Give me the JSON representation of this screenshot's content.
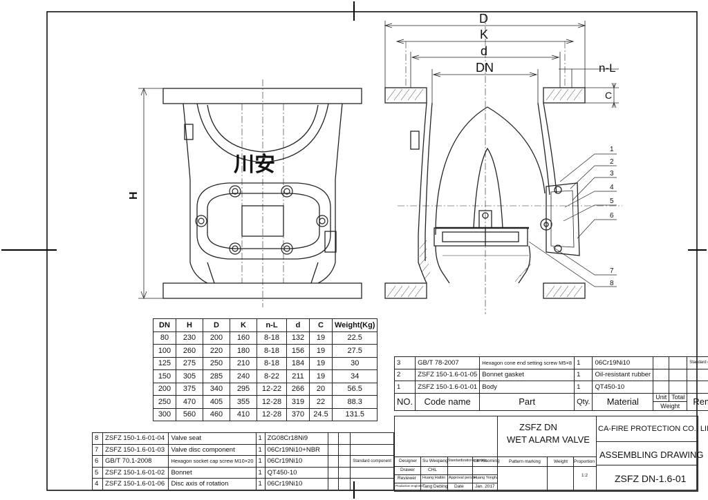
{
  "logo_text": "川安",
  "dimension_labels": {
    "D": "D",
    "K": "K",
    "d": "d",
    "DN": "DN",
    "nL": "n-L",
    "C": "C",
    "H": "H"
  },
  "callouts": [
    "1",
    "2",
    "3",
    "4",
    "5",
    "6",
    "7",
    "8"
  ],
  "dimension_table": {
    "headers": [
      "DN",
      "H",
      "D",
      "K",
      "n-L",
      "d",
      "C",
      "Weight(Kg)"
    ],
    "rows": [
      [
        "80",
        "230",
        "200",
        "160",
        "8-18",
        "132",
        "19",
        "22.5"
      ],
      [
        "100",
        "260",
        "220",
        "180",
        "8-18",
        "156",
        "19",
        "27.5"
      ],
      [
        "125",
        "275",
        "250",
        "210",
        "8-18",
        "184",
        "19",
        "30"
      ],
      [
        "150",
        "305",
        "285",
        "240",
        "8-22",
        "211",
        "19",
        "34"
      ],
      [
        "200",
        "375",
        "340",
        "295",
        "12-22",
        "266",
        "20",
        "56.5"
      ],
      [
        "250",
        "470",
        "405",
        "355",
        "12-28",
        "319",
        "22",
        "88.3"
      ],
      [
        "300",
        "560",
        "460",
        "410",
        "12-28",
        "370",
        "24.5",
        "131.5"
      ]
    ]
  },
  "parts_right": {
    "rows": [
      {
        "no": "3",
        "code": "GB/T 78-2007",
        "part": "Hexagon cone end setting screw M5×8",
        "qty": "1",
        "material": "06Cr19Ni10",
        "remark": "Standard component"
      },
      {
        "no": "2",
        "code": "ZSFZ 150-1.6-01-05",
        "part": "Bonnet gasket",
        "qty": "1",
        "material": "Oil-resistant rubber",
        "remark": ""
      },
      {
        "no": "1",
        "code": "ZSFZ 150-1.6-01-01",
        "part": "Body",
        "qty": "1",
        "material": "QT450-10",
        "remark": ""
      }
    ],
    "header": {
      "no": "NO.",
      "code": "Code name",
      "part": "Part",
      "qty": "Qty.",
      "material": "Material",
      "unit": "Unit",
      "total": "Total",
      "weight": "Weight",
      "remark": "Remark"
    }
  },
  "parts_left": {
    "rows": [
      {
        "no": "8",
        "code": "ZSFZ 150-1.6-01-04",
        "part": "Valve seat",
        "qty": "1",
        "material": "ZG08Cr18Ni9",
        "remark": ""
      },
      {
        "no": "7",
        "code": "ZSFZ 150-1.6-01-03",
        "part": "Valve disc component",
        "qty": "1",
        "material": "06Cr19Ni10+NBR",
        "remark": ""
      },
      {
        "no": "6",
        "code": "GB/T 70.1-2008",
        "part": "Hexagon socket cap screw M10×20",
        "qty": "1",
        "material": "06Cr19Ni10",
        "remark": "Standard component"
      },
      {
        "no": "5",
        "code": "ZSFZ 150-1.6-01-02",
        "part": "Bonnet",
        "qty": "1",
        "material": "QT450-10",
        "remark": ""
      },
      {
        "no": "4",
        "code": "ZSFZ 150-1.6-01-06",
        "part": "Disc axis of rotation",
        "qty": "1",
        "material": "06Cr19Ni10",
        "remark": ""
      }
    ]
  },
  "title_block": {
    "product_line1": "ZSFZ DN",
    "product_line2": "WET ALARM VALVE",
    "company": "CA-FIRE PROTECTION CO., LIMITED",
    "drawing_title": "ASSEMBLING DRAWING",
    "drawing_no": "ZSFZ DN-1.6-01",
    "designer_label": "Designer",
    "designer": "Su Weiqiang",
    "std_engineer_label": "Standardization engineer",
    "std_engineer": "Lin Xiaoming",
    "drawer_label": "Drawer",
    "drawer": "CHL",
    "reviewer_label": "Reviewer",
    "reviewer": "Huang Haibin",
    "approval_label": "Approval person",
    "approval": "Huang Yongfu",
    "production_label": "Production engineer",
    "production": "Tang Debing",
    "date_label": "Date",
    "date": "Jan. 2017",
    "pattern_label": "Pattern marking",
    "weight_label": "Weight",
    "proportion_label": "Proportion",
    "proportion": "1:2"
  }
}
